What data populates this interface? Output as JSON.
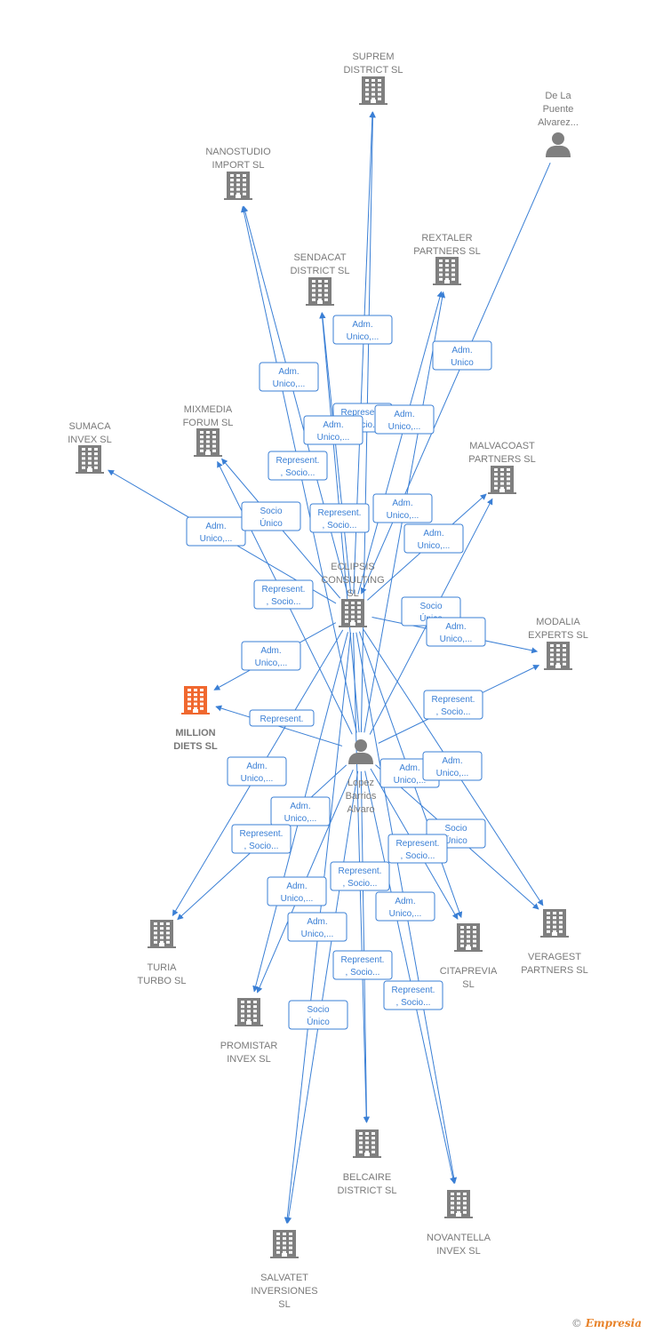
{
  "colors": {
    "edge": "#3a7fd5",
    "node": "#7f7f7f",
    "highlight": "#f0682f"
  },
  "nodes": [
    {
      "id": "suprem",
      "type": "company",
      "label": [
        "SUPREM",
        "DISTRICT  SL"
      ]
    },
    {
      "id": "delapuente",
      "type": "person",
      "label": [
        "De La",
        "Puente",
        "Alvarez..."
      ]
    },
    {
      "id": "nanostudio",
      "type": "company",
      "label": [
        "NANOSTUDIO",
        "IMPORT  SL"
      ]
    },
    {
      "id": "rextaler",
      "type": "company",
      "label": [
        "REXTALER",
        "PARTNERS  SL"
      ]
    },
    {
      "id": "sendacat",
      "type": "company",
      "label": [
        "SENDACAT",
        "DISTRICT  SL"
      ]
    },
    {
      "id": "mixmedia",
      "type": "company",
      "label": [
        "MIXMEDIA",
        "FORUM  SL"
      ]
    },
    {
      "id": "sumaca",
      "type": "company",
      "label": [
        "SUMACA",
        "INVEX  SL"
      ]
    },
    {
      "id": "malvacoast",
      "type": "company",
      "label": [
        "MALVACOAST",
        "PARTNERS  SL"
      ]
    },
    {
      "id": "eclipsis",
      "type": "company",
      "label": [
        "ECLIPSIS",
        "CONSULTING",
        "SL"
      ]
    },
    {
      "id": "modalia",
      "type": "company",
      "label": [
        "MODALIA",
        "EXPERTS  SL"
      ]
    },
    {
      "id": "million",
      "type": "company",
      "highlight": true,
      "label": [
        "MILLION",
        "DIETS  SL"
      ]
    },
    {
      "id": "lopez",
      "type": "person",
      "label": [
        "Lopez",
        "Barrios",
        "Alvaro"
      ]
    },
    {
      "id": "turia",
      "type": "company",
      "label": [
        "TURIA",
        "TURBO  SL"
      ]
    },
    {
      "id": "citaprevia",
      "type": "company",
      "label": [
        "CITAPREVIA",
        "SL"
      ]
    },
    {
      "id": "veragest",
      "type": "company",
      "label": [
        "VERAGEST",
        "PARTNERS  SL"
      ]
    },
    {
      "id": "promistar",
      "type": "company",
      "label": [
        "PROMISTAR",
        "INVEX  SL"
      ]
    },
    {
      "id": "belcaire",
      "type": "company",
      "label": [
        "BELCAIRE",
        "DISTRICT  SL"
      ]
    },
    {
      "id": "novantella",
      "type": "company",
      "label": [
        "NOVANTELLA",
        "INVEX  SL"
      ]
    },
    {
      "id": "salvatet",
      "type": "company",
      "label": [
        "SALVATET",
        "INVERSIONES",
        "SL"
      ]
    }
  ],
  "relations": [
    {
      "label": [
        "Adm.",
        "Unico,..."
      ]
    },
    {
      "label": [
        "Adm.",
        "Unico"
      ]
    },
    {
      "label": [
        "Adm.",
        "Unico,..."
      ]
    },
    {
      "label": [
        "Represent.",
        ", Socio..."
      ]
    },
    {
      "label": [
        "Adm.",
        "Unico,..."
      ]
    },
    {
      "label": [
        "Adm.",
        "Unico,..."
      ]
    },
    {
      "label": [
        "Represent.",
        ", Socio..."
      ]
    },
    {
      "label": [
        "Adm.",
        "Unico,..."
      ]
    },
    {
      "label": [
        "Socio",
        "Único"
      ]
    },
    {
      "label": [
        "Adm.",
        "Unico,..."
      ]
    },
    {
      "label": [
        "Represent.",
        ", Socio..."
      ]
    },
    {
      "label": [
        "Adm.",
        "Unico,..."
      ]
    },
    {
      "label": [
        "Represent.",
        ", Socio..."
      ]
    },
    {
      "label": [
        "Socio",
        "Único"
      ]
    },
    {
      "label": [
        "Adm.",
        "Unico,..."
      ]
    },
    {
      "label": [
        "Adm.",
        "Unico,..."
      ]
    },
    {
      "label": [
        "Represent.",
        ", Socio..."
      ]
    },
    {
      "label": [
        "Represent."
      ]
    },
    {
      "label": [
        "Adm.",
        "Unico,..."
      ]
    },
    {
      "label": [
        "Adm.",
        "Unico,..."
      ]
    },
    {
      "label": [
        "Adm.",
        "Unico,..."
      ]
    },
    {
      "label": [
        "Adm.",
        "Unico,..."
      ]
    },
    {
      "label": [
        "Represent.",
        ", Socio..."
      ]
    },
    {
      "label": [
        "Socio",
        "Único"
      ]
    },
    {
      "label": [
        "Represent.",
        ", Socio..."
      ]
    },
    {
      "label": [
        "Adm.",
        "Unico,..."
      ]
    },
    {
      "label": [
        "Represent.",
        ", Socio..."
      ]
    },
    {
      "label": [
        "Adm.",
        "Unico,..."
      ]
    },
    {
      "label": [
        "Adm.",
        "Unico,..."
      ]
    },
    {
      "label": [
        "Represent.",
        ", Socio..."
      ]
    },
    {
      "label": [
        "Represent.",
        ", Socio..."
      ]
    },
    {
      "label": [
        "Socio",
        "Único"
      ]
    }
  ],
  "footer": {
    "copyright": "©",
    "brand": "Empresia"
  }
}
